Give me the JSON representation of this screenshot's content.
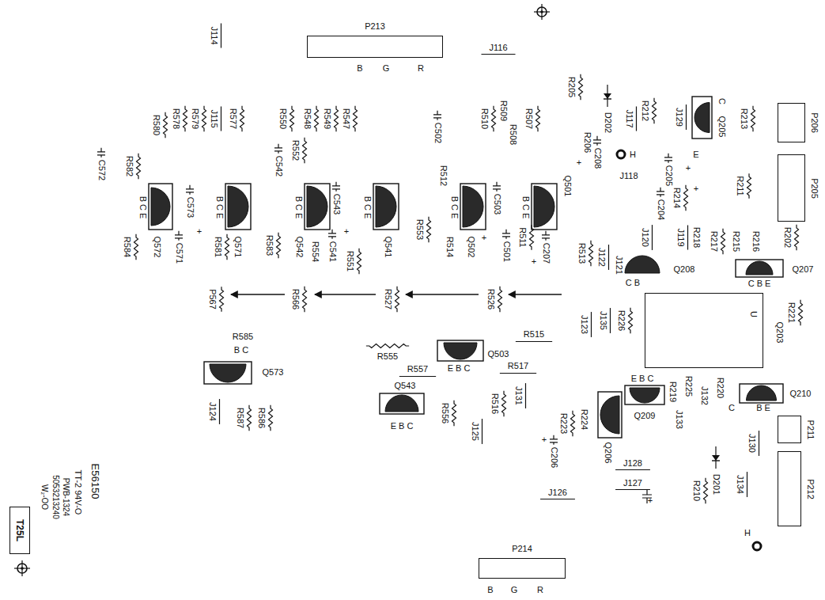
{
  "diagram": {
    "nodes": [
      {
        "text": [
          "P213"
        ]
      },
      {
        "text": [
          "P214"
        ]
      },
      {
        "text": [
          "P206"
        ]
      },
      {
        "text": [
          "P205"
        ]
      },
      {
        "text": [
          "P211"
        ]
      },
      {
        "text": [
          "P212"
        ]
      },
      {
        "text": [
          "U"
        ]
      },
      {
        "text": [
          "T25L"
        ]
      }
    ],
    "labels": [
      "B",
      "G",
      "R",
      "J114",
      "J116",
      "R205",
      "D202",
      "J117",
      "R212",
      "J129",
      "C",
      "Q205",
      "R213",
      "R206",
      "+",
      "C208",
      "J118",
      "H",
      "E",
      "C205",
      "+",
      "R214",
      "R211",
      "+",
      "C204",
      "R202",
      "R580",
      "R578",
      "R579",
      "J115",
      "R577",
      "R550",
      "R548",
      "R549",
      "R547",
      "R510",
      "R509",
      "R508",
      "R507",
      "C502",
      "R512",
      "R582",
      "C572",
      "C542",
      "R552",
      "C573",
      "+",
      "C543",
      "+",
      "C503",
      "+",
      "B C E",
      "B C E",
      "B C E",
      "B C E",
      "B C E",
      "B C E",
      "Q572",
      "Q571",
      "Q542",
      "Q541",
      "Q502",
      "Q501",
      "R584",
      "C571",
      "R581",
      "R583",
      "R554",
      "C541",
      "R551",
      "R553",
      "R514",
      "C501",
      "R511",
      "C207",
      "+",
      "R513",
      "J122",
      "J121",
      "C B",
      "Q208",
      "J120",
      "J119",
      "R218",
      "R217",
      "R215",
      "R216",
      "C B E",
      "Q207",
      "Q203",
      "R221",
      "P567",
      "R566",
      "R527",
      "R526",
      "R585",
      "B C",
      "Q573",
      "J124",
      "R587",
      "R586",
      "R555",
      "R557",
      "Q503",
      "E B C",
      "R515",
      "R517",
      "Q543",
      "E B C",
      "R556",
      "J125",
      "R516",
      "J131",
      "J123",
      "J135",
      "R226",
      "E B C",
      "Q209",
      "R223",
      "R224",
      "Q206",
      "R219",
      "J133",
      "R225",
      "J132",
      "R220",
      "C",
      "B E",
      "Q210",
      "J130",
      "J134",
      "D201",
      "R210",
      "J128",
      "J127",
      "J126",
      "C206",
      "+",
      "+",
      "H",
      "B",
      "G",
      "R",
      "E56150",
      "TT-2 94V-O",
      "PWB-1324",
      "5053213240",
      "W₂-OO"
    ]
  }
}
